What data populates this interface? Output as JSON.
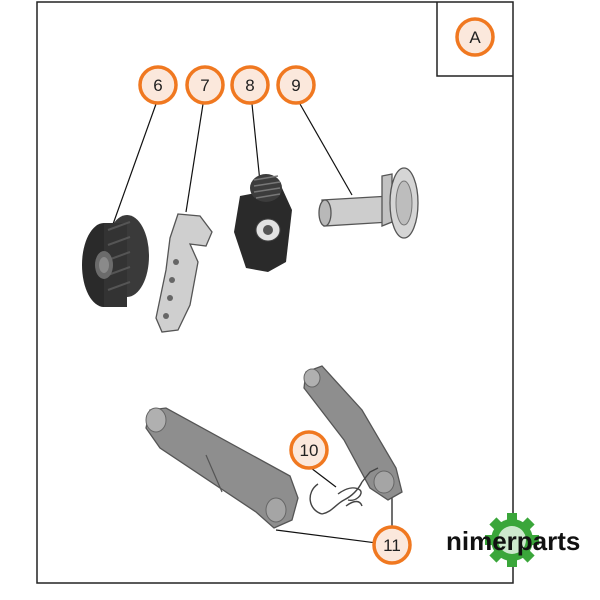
{
  "panel": {
    "label": "A"
  },
  "callouts": [
    {
      "id": "6",
      "label": "6",
      "part": "gear-wheel"
    },
    {
      "id": "7",
      "label": "7",
      "part": "linkage-plate"
    },
    {
      "id": "8",
      "label": "8",
      "part": "worm-screw"
    },
    {
      "id": "9",
      "label": "9",
      "part": "shaft-pin"
    },
    {
      "id": "10",
      "label": "10",
      "part": "spring"
    },
    {
      "id": "11",
      "label": "11",
      "part": "lever-arms"
    }
  ],
  "logo": {
    "text": "nimerparts",
    "gear_color": "#3aa63a"
  },
  "colors": {
    "callout_ring": "#f07820",
    "callout_fill": "#fbe8dc",
    "frame": "#222222",
    "part_dark": "#2a2a2a",
    "part_light": "#cfcfcf"
  }
}
